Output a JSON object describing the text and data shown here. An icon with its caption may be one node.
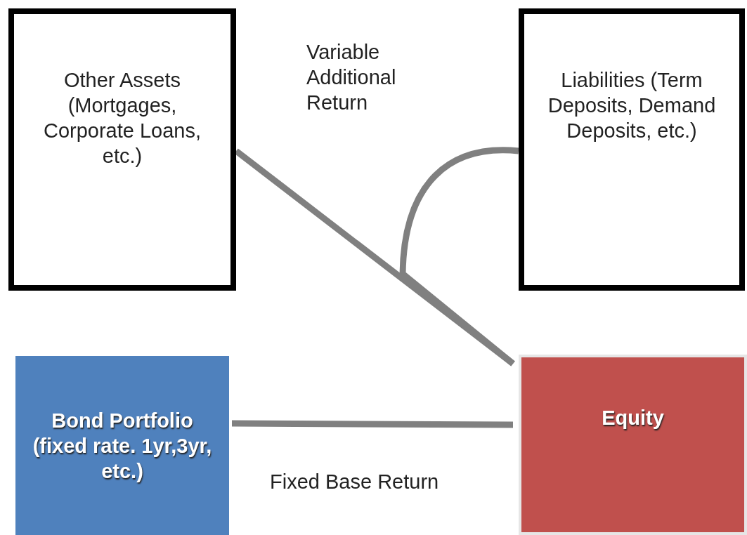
{
  "diagram": {
    "nodes": [
      {
        "text": [
          "Other Assets (Mortgages, Corporate Loans, etc.)"
        ]
      },
      {
        "text": [
          "Liabilities (Term Deposits, Demand Deposits, etc.)"
        ]
      },
      {
        "text": [
          "Bond Portfolio (fixed rate. 1yr,3yr, etc.)"
        ]
      },
      {
        "text": [
          "Equity"
        ]
      }
    ],
    "edges": [
      {
        "from": 0,
        "to": 3,
        "arrow": "none"
      },
      {
        "from": 1,
        "to": 3,
        "arrow": "none"
      },
      {
        "from": 2,
        "to": 3,
        "arrow": "none"
      }
    ],
    "labels": [
      "Variable Additional Return",
      "Fixed Base Return"
    ]
  }
}
